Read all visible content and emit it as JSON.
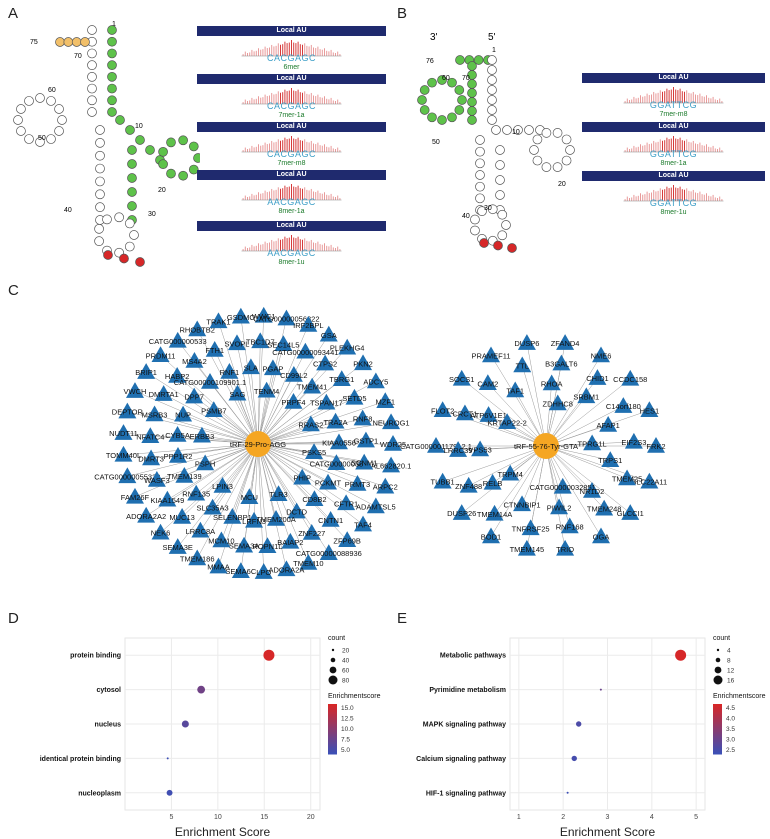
{
  "panels": {
    "a": "A",
    "b": "B",
    "c": "C",
    "d": "D",
    "e": "E"
  },
  "panel_a": {
    "nt_labels": [
      "75",
      "70",
      "1",
      "60",
      "50",
      "10",
      "40",
      "30",
      "20"
    ],
    "sites": [
      {
        "header": "Local AU",
        "seq": "CACGAGC",
        "type": "6mer"
      },
      {
        "header": "Local AU",
        "seq": "CACGAGC",
        "type": "7mer-1a"
      },
      {
        "header": "Local AU",
        "seq": "CACGAGC",
        "type": "7mer-m8"
      },
      {
        "header": "Local AU",
        "seq": "AACGAGC",
        "type": "8mer-1a"
      },
      {
        "header": "Local AU",
        "seq": "AACGAGC",
        "type": "8mer-1u"
      }
    ]
  },
  "panel_b": {
    "ends": [
      "3'",
      "5'"
    ],
    "nt_labels": [
      "76",
      "1",
      "60",
      "70",
      "10",
      "50",
      "30",
      "20",
      "40"
    ],
    "sites": [
      {
        "header": "Local AU",
        "seq": "GGATTCG",
        "type": "7mer-m8"
      },
      {
        "header": "Local AU",
        "seq": "GGATTCG",
        "type": "8mer-1a"
      },
      {
        "header": "Local AU",
        "seq": "GGATTCG",
        "type": "8mer-1u"
      }
    ]
  },
  "network_left": {
    "center": "tRF-29-Pro-AGG",
    "nodes": [
      "WDR25",
      "AL662820.1",
      "ARPC2",
      "ADAMTSL5",
      "TAF4",
      "ZFP69B",
      "CATG00000088936",
      "TMEM10",
      "ADORA2A",
      "LPO",
      "SEMA6C",
      "MMAA",
      "TMEM186",
      "SEMA3E",
      "NEK6",
      "ADORA2A2",
      "FAM26F",
      "CATG00000055333",
      "TOMM40L",
      "NUDT11",
      "DEPTOR",
      "VWCH",
      "BRIP1",
      "PRDM11",
      "CATG000000533",
      "RHOBTB2",
      "TRAK1",
      "GSDMC",
      "WWC1",
      "CATG00000056322",
      "IRF2BPL",
      "GSA",
      "PLEKHG4",
      "PKN2",
      "ADCY5",
      "MZF1",
      "NEUROG1",
      "PRMT3",
      "CFTR1",
      "CNTN1",
      "ZNF227",
      "BAIAP2",
      "ROPN1L",
      "SEMA3A",
      "MCM10",
      "LRRC8A",
      "MUC13",
      "KIAA1549",
      "WASF3",
      "DMRT3",
      "NFATC4",
      "MSRB3",
      "DMRTA1",
      "HABP2",
      "MS4A2",
      "FTH1",
      "SVOPL",
      "TBC1D7",
      "SEC14L5",
      "CATG00000093441",
      "CTPS2",
      "TBRG1",
      "SETD5",
      "RNF8",
      "GSTP1",
      "SCNM1",
      "CD8B2",
      "DCTD",
      "TMEM200A",
      "LRFN3",
      "SELENBP1",
      "SLC35A3",
      "RNF135",
      "TMEM139",
      "PPP1R2",
      "CYB5A",
      "NUP",
      "DPP7",
      "CATG00000109901.1",
      "RNF1",
      "SLA",
      "PGAP",
      "CD99L2",
      "TMEM41",
      "TSPAN17",
      "TRA2A",
      "KIAA0556",
      "CATG00000038",
      "PCKMT",
      "TLR3",
      "MCU",
      "LPIN3",
      "PSPH",
      "ERBB3",
      "PSMB7",
      "SAG",
      "TENM4",
      "PRPF4",
      "RRAS2",
      "PSKS5",
      "PHIP"
    ]
  },
  "network_right": {
    "center": "tRF-55-76-Tyr-GTA",
    "nodes": [
      "FRK2",
      "SLC22A11",
      "GLCCI1",
      "OGA",
      "TRIO",
      "TMEM145",
      "BOD1",
      "DUSP26",
      "TUBB1",
      "CATG00000117912.1",
      "FLOT2",
      "SOCS1",
      "PRAMEF11",
      "DUSP6",
      "ZFAND4",
      "NME6",
      "CCDC158",
      "HES1",
      "TMEM25",
      "TMEM248",
      "RNF168",
      "TNFRSF25",
      "TMEM14A",
      "ZNF488",
      "LRRC39",
      "CRCT1",
      "CAM2",
      "TTL",
      "B3GALT6",
      "CHID1",
      "C14orf180",
      "EIF2S3",
      "NR1D2",
      "PIWIL2",
      "CTNNBIP1",
      "RELB",
      "VPS53",
      "ATP6V1E1",
      "TAF1",
      "RHOA",
      "SRBM1",
      "AFAP1",
      "TRPS1",
      "CATG00000032851",
      "TRPM4",
      "KRTAP22-2",
      "ZDHHC8",
      "TPRG1L"
    ]
  },
  "chart_data": [
    {
      "type": "scatter",
      "xlabel": "Enrichment Score",
      "ylabel": "",
      "xlim": [
        0,
        21
      ],
      "xticks": [
        5,
        10,
        15,
        20
      ],
      "categories": [
        "protein binding",
        "cytosol",
        "nucleus",
        "identical protein binding",
        "nucleoplasm"
      ],
      "x": [
        15.5,
        8.2,
        6.5,
        4.6,
        4.8
      ],
      "count": [
        85,
        38,
        30,
        5,
        20
      ],
      "enrichment": [
        15.5,
        8.2,
        6.5,
        4.6,
        4.8
      ],
      "size_legend": {
        "title": "count",
        "values": [
          "20",
          "40",
          "60",
          "80"
        ]
      },
      "color_legend": {
        "title": "Enrichmentscore",
        "values": [
          "15.0",
          "12.5",
          "10.0",
          "7.5",
          "5.0"
        ]
      },
      "colors": {
        "high": "#d62728",
        "low": "#3d4fb5"
      }
    },
    {
      "type": "scatter",
      "xlabel": "Enrichment Score",
      "ylabel": "",
      "xlim": [
        0.8,
        5.2
      ],
      "xticks": [
        1,
        2,
        3,
        4,
        5
      ],
      "categories": [
        "Metabolic pathways",
        "Pyrimidine metabolism",
        "MAPK signaling pathway",
        "Calcium signaling pathway",
        "HIF-1 signaling pathway"
      ],
      "x": [
        4.65,
        2.85,
        2.35,
        2.25,
        2.1
      ],
      "count": [
        17,
        3,
        5,
        5,
        3
      ],
      "enrichment": [
        4.65,
        2.85,
        2.35,
        2.25,
        2.1
      ],
      "size_legend": {
        "title": "count",
        "values": [
          "4",
          "8",
          "12",
          "16"
        ]
      },
      "color_legend": {
        "title": "Enrichmentscore",
        "values": [
          "4.5",
          "4.0",
          "3.5",
          "3.0",
          "2.5"
        ]
      },
      "colors": {
        "high": "#d62728",
        "low": "#3d4fb5"
      }
    }
  ]
}
